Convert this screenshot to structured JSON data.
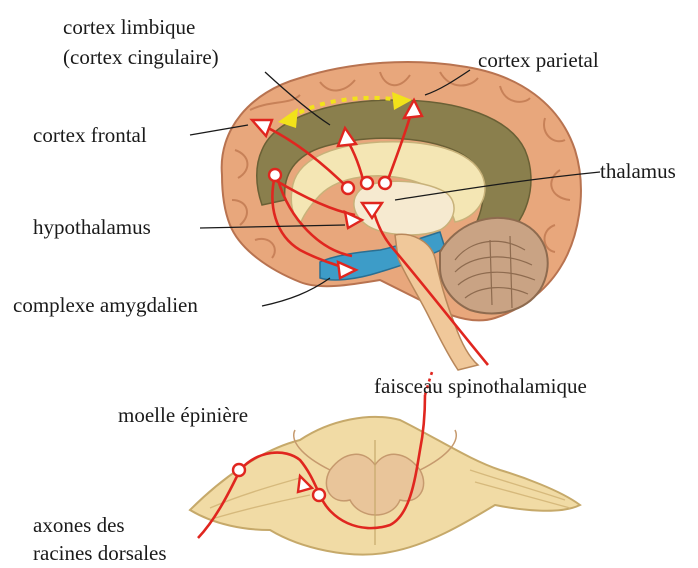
{
  "labels": {
    "cortex_limbique_1": "cortex limbique",
    "cortex_limbique_2": "(cortex cingulaire)",
    "cortex_parietal": "cortex parietal",
    "cortex_frontal": "cortex frontal",
    "thalamus": "thalamus",
    "hypothalamus": "hypothalamus",
    "complexe_amygdalien": "complexe amygdalien",
    "faisceau_spinothalamique": "faisceau spinothalamique",
    "moelle_epiniere": "moelle épinière",
    "axones_1": "axones des",
    "axones_2": "racines dorsales"
  },
  "colors": {
    "pathway": "#e0261f",
    "yellow_arrows": "#f2e21a",
    "cortex": "#e8a77c",
    "cortex_fold": "#c9835a",
    "limbic": "#8a7f4d",
    "white_matter": "#f4e6b4",
    "amygdala": "#3d9cc8",
    "cerebellum": "#c9a384",
    "spinal_cord": "#f1dba5"
  }
}
